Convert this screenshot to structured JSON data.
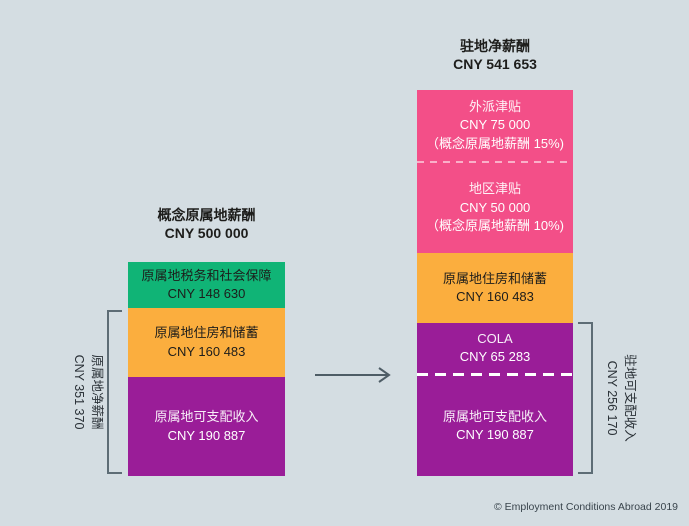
{
  "background_color": "#D4DDE2",
  "colors": {
    "green": "#10B476",
    "orange": "#FBAE3E",
    "purple": "#9A1D98",
    "pink": "#F34F88",
    "bracket_gray": "#5d6c75",
    "arrow_gray": "#4e5d66",
    "text_dark": "#1d1d1b",
    "text_light": "#ffffff"
  },
  "left_bar": {
    "title_line1": "概念原属地薪酬",
    "title_line2": "CNY 500 000",
    "segments": [
      {
        "label": "原属地税务和社会保障",
        "value_label": "CNY 148 630",
        "color": "#10B476"
      },
      {
        "label": "原属地住房和储蓄",
        "value_label": "CNY 160 483",
        "color": "#FBAE3E"
      },
      {
        "label": "原属地可支配收入",
        "value_label": "CNY 190 887",
        "color": "#9A1D98"
      }
    ],
    "bracket_label_line1": "原属地净薪酬",
    "bracket_label_line2": "CNY 351 370"
  },
  "right_bar": {
    "title_line1": "驻地净薪酬",
    "title_line2": "CNY 541 653",
    "segments": [
      {
        "label": "外派津贴",
        "value_label": "CNY 75 000",
        "note": "（概念原属地薪酬 15%)",
        "color": "#F34F88"
      },
      {
        "label": "地区津贴",
        "value_label": "CNY 50 000",
        "note": "（概念原属地薪酬 10%)",
        "color": "#F34F88"
      },
      {
        "label": "原属地住房和储蓄",
        "value_label": "CNY 160 483",
        "color": "#FBAE3E"
      },
      {
        "label": "COLA",
        "value_label": "CNY 65 283",
        "color": "#9A1D98"
      },
      {
        "label": "原属地可支配收入",
        "value_label": "CNY 190 887",
        "color": "#9A1D98"
      }
    ],
    "bracket_label_line1": "驻地可支配收入",
    "bracket_label_line2": "CNY 256 170"
  },
  "footer": {
    "copyright": "© Employment Conditions Abroad 2019"
  },
  "chart_data": {
    "type": "bar",
    "subtype": "stacked-buildup-comparison",
    "currency": "CNY",
    "legend": false,
    "bars": [
      {
        "name": "概念原属地薪酬",
        "total": 500000,
        "segments_top_to_bottom": [
          {
            "label": "原属地税务和社会保障",
            "value": 148630,
            "color": "#10B476"
          },
          {
            "label": "原属地住房和储蓄",
            "value": 160483,
            "color": "#FBAE3E"
          },
          {
            "label": "原属地可支配收入",
            "value": 190887,
            "color": "#9A1D98"
          }
        ],
        "bracket": {
          "label": "原属地净薪酬",
          "value": 351370,
          "covers": [
            "原属地住房和储蓄",
            "原属地可支配收入"
          ]
        }
      },
      {
        "name": "驻地净薪酬",
        "total": 541653,
        "segments_top_to_bottom": [
          {
            "label": "外派津贴",
            "value": 75000,
            "note": "概念原属地薪酬 15%",
            "color": "#F34F88"
          },
          {
            "label": "地区津贴",
            "value": 50000,
            "note": "概念原属地薪酬 10%",
            "color": "#F34F88"
          },
          {
            "label": "原属地住房和储蓄",
            "value": 160483,
            "color": "#FBAE3E"
          },
          {
            "label": "COLA",
            "value": 65283,
            "color": "#9A1D98"
          },
          {
            "label": "原属地可支配收入",
            "value": 190887,
            "color": "#9A1D98"
          }
        ],
        "bracket": {
          "label": "驻地可支配收入",
          "value": 256170,
          "covers": [
            "COLA",
            "原属地可支配收入"
          ]
        },
        "annotations": [
          "white dashed line separates COLA from 原属地可支配收入",
          "pink dashed line separates 外派津贴 from 地区津贴"
        ]
      }
    ],
    "source": "© Employment Conditions Abroad 2019"
  }
}
